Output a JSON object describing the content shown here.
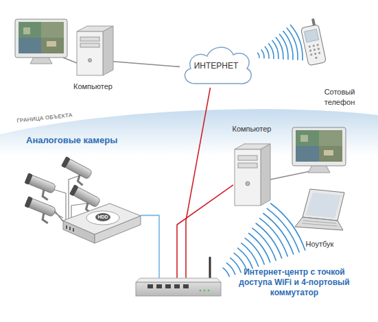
{
  "diagram": {
    "nodes": [
      {
        "text": [
          "Компьютер"
        ]
      },
      {
        "text": [
          "ИНТЕРНЕТ"
        ]
      },
      {
        "text": [
          "Сотовый телефон"
        ]
      },
      {
        "text": [
          "Компьютер"
        ]
      },
      {
        "text": [
          "Аналоговые камеры"
        ]
      },
      {
        "text": [
          "Ноутбук"
        ]
      },
      {
        "text": [
          "HDD"
        ]
      },
      {
        "text": [
          "Интернет-центр с точкой доступа WiFi и 4-портовый коммутатор"
        ]
      }
    ],
    "edges": [
      {
        "from": 0,
        "to": 1,
        "arrow": "none"
      },
      {
        "from": 1,
        "to": 2,
        "arrow": "none"
      },
      {
        "from": 1,
        "to": 7,
        "arrow": "none"
      },
      {
        "from": 7,
        "to": 3,
        "arrow": "none"
      },
      {
        "from": 6,
        "to": 7,
        "arrow": "none"
      },
      {
        "from": 4,
        "to": 6,
        "arrow": "none"
      },
      {
        "from": 7,
        "to": 5,
        "arrow": "none"
      }
    ],
    "labels": [
      "ГРАНИЦА ОБЪЕКТА"
    ]
  }
}
